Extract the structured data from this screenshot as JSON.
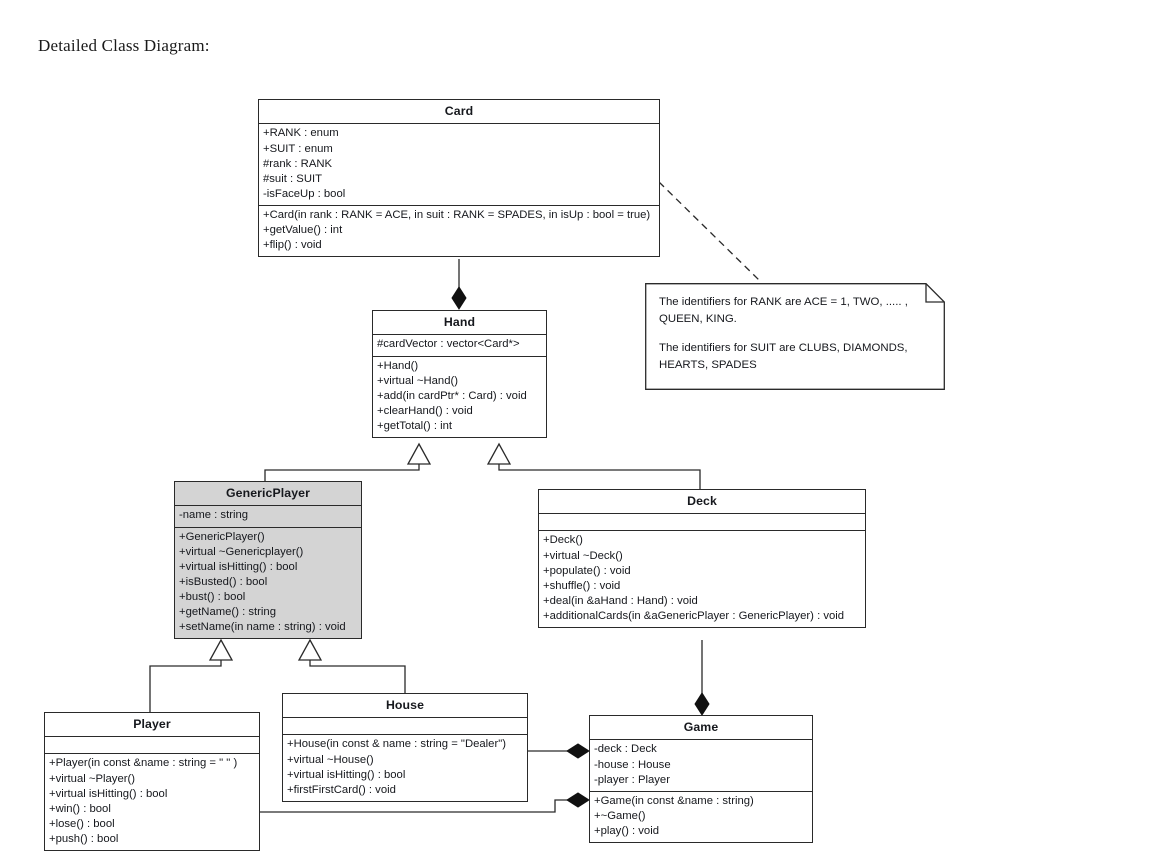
{
  "page": {
    "title": "Detailed Class Diagram:"
  },
  "diagram": {
    "type": "uml-class-diagram",
    "classes": [
      {
        "id": "card",
        "name": "Card",
        "shaded": false,
        "attributes": [
          "+RANK : enum",
          "+SUIT : enum",
          "#rank : RANK",
          "#suit : SUIT",
          "-isFaceUp : bool"
        ],
        "operations": [
          "+Card(in rank : RANK = ACE, in suit : RANK = SPADES, in isUp : bool = true)",
          "+getValue() : int",
          "+flip() : void"
        ]
      },
      {
        "id": "hand",
        "name": "Hand",
        "shaded": false,
        "attributes": [
          "#cardVector   : vector<Card*>"
        ],
        "operations": [
          "+Hand()",
          "+virtual ~Hand()",
          "+add(in cardPtr* : Card) : void",
          "+clearHand() : void",
          "+getTotal() : int"
        ]
      },
      {
        "id": "genericplayer",
        "name": "GenericPlayer",
        "shaded": true,
        "attributes": [
          "-name : string"
        ],
        "operations": [
          "+GenericPlayer()",
          "+virtual ~Genericplayer()",
          "+virtual isHitting() : bool",
          "+isBusted() : bool",
          "+bust() : bool",
          "+getName() : string",
          "+setName(in name : string) : void"
        ]
      },
      {
        "id": "deck",
        "name": "Deck",
        "shaded": false,
        "attributes": [],
        "operations": [
          "+Deck()",
          "+virtual ~Deck()",
          "+populate() : void",
          "+shuffle() : void",
          "+deal(in &aHand : Hand) : void",
          "+additionalCards(in &aGenericPlayer : GenericPlayer) : void"
        ]
      },
      {
        "id": "player",
        "name": "Player",
        "shaded": false,
        "attributes": [],
        "operations": [
          "+Player(in const &name  : string = \" \" )",
          "+virtual ~Player()",
          "+virtual isHitting() : bool",
          "+win() : bool",
          "+lose() : bool",
          "+push() : bool"
        ]
      },
      {
        "id": "house",
        "name": "House",
        "shaded": false,
        "attributes": [],
        "operations": [
          "+House(in const & name : string = \"Dealer\")",
          "+virtual ~House()",
          "+virtual isHitting() : bool",
          "+firstFirstCard() : void"
        ]
      },
      {
        "id": "game",
        "name": "Game",
        "shaded": false,
        "attributes": [
          "-deck : Deck",
          "-house : House",
          "-player : Player"
        ],
        "operations": [
          "+Game(in const &name : string)",
          "+~Game()",
          "+play() : void"
        ]
      }
    ],
    "note": {
      "id": "rank-suit-note",
      "paragraphs": [
        "The identifiers for RANK are ACE = 1, TWO, ..... ,\n QUEEN, KING.",
        "The identifiers for SUIT are CLUBS, DIAMONDS,\nHEARTS, SPADES"
      ]
    },
    "relationships": [
      {
        "from": "card",
        "to": "hand",
        "kind": "composition"
      },
      {
        "from": "hand",
        "to": "genericplayer",
        "kind": "generalization"
      },
      {
        "from": "hand",
        "to": "deck",
        "kind": "generalization"
      },
      {
        "from": "genericplayer",
        "to": "player",
        "kind": "generalization"
      },
      {
        "from": "genericplayer",
        "to": "house",
        "kind": "generalization"
      },
      {
        "from": "deck",
        "to": "game",
        "kind": "composition"
      },
      {
        "from": "house",
        "to": "game",
        "kind": "composition"
      },
      {
        "from": "player",
        "to": "game",
        "kind": "composition"
      },
      {
        "from": "card",
        "to": "rank-suit-note",
        "kind": "note-anchor"
      }
    ]
  },
  "colors": {
    "stroke": "#2a2a2a",
    "shaded_fill": "#d4d4d4",
    "background": "#ffffff",
    "text": "#16181d"
  }
}
